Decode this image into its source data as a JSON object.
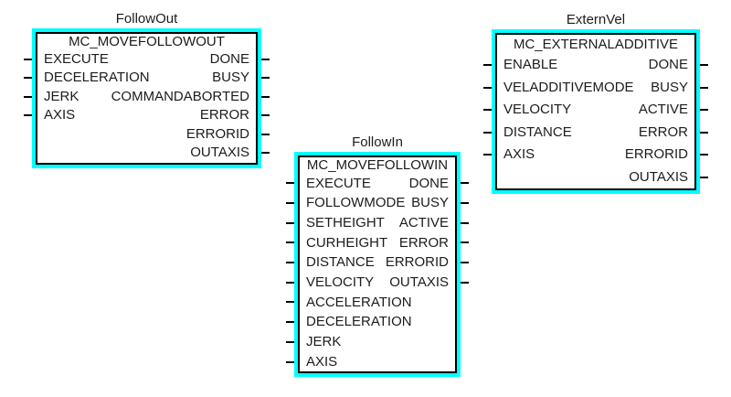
{
  "blocks": [
    {
      "instance_name": "FollowOut",
      "type_name": "MC_MOVEFOLLOWOUT",
      "inputs": [
        "EXECUTE",
        "DECELERATION",
        "JERK",
        "AXIS"
      ],
      "outputs": [
        "DONE",
        "BUSY",
        "COMMANDABORTED",
        "ERROR",
        "ERRORID",
        "OUTAXIS"
      ]
    },
    {
      "instance_name": "FollowIn",
      "type_name": "MC_MOVEFOLLOWIN",
      "inputs": [
        "EXECUTE",
        "FOLLOWMODE",
        "SETHEIGHT",
        "CURHEIGHT",
        "DISTANCE",
        "VELOCITY",
        "ACCELERATION",
        "DECELERATION",
        "JERK",
        "AXIS"
      ],
      "outputs": [
        "DONE",
        "BUSY",
        "ACTIVE",
        "ERROR",
        "ERRORID",
        "OUTAXIS"
      ]
    },
    {
      "instance_name": "ExternVel",
      "type_name": "MC_EXTERNALADDITIVE",
      "inputs": [
        "ENABLE",
        "VELADDITIVEMODE",
        "VELOCITY",
        "DISTANCE",
        "AXIS"
      ],
      "outputs": [
        "DONE",
        "BUSY",
        "ACTIVE",
        "ERROR",
        "ERRORID",
        "OUTAXIS"
      ]
    }
  ],
  "colors": {
    "block_highlight": "#00ffff",
    "border": "#000000",
    "text": "#1c1c1c",
    "background": "#ffffff"
  }
}
